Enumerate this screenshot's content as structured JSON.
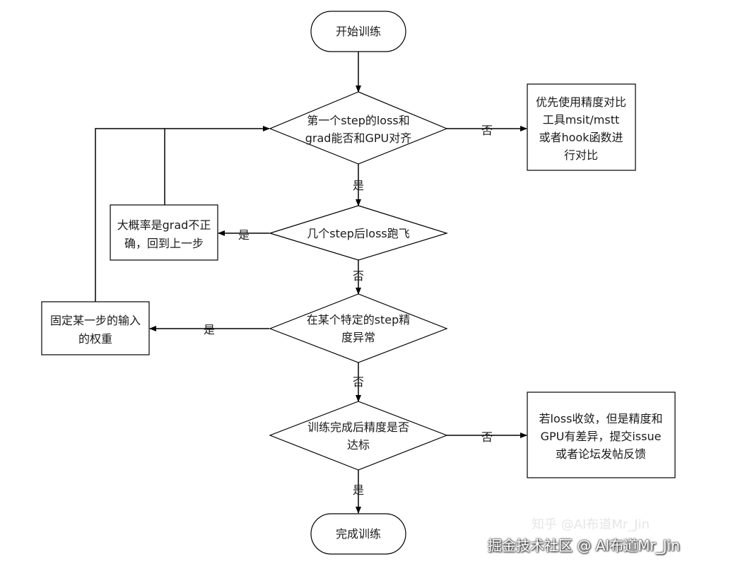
{
  "nodes": {
    "start": "开始训练",
    "d1": [
      "第一个step的loss和",
      "grad能否和GPU对齐"
    ],
    "r1": [
      "优先使用精度对比",
      "工具msit/mstt",
      "或者hook函数进",
      "行对比"
    ],
    "d2": [
      "几个step后loss跑飞"
    ],
    "l2": [
      "大概率是grad不正",
      "确，回到上一步"
    ],
    "d3": [
      "在某个特定的step精",
      "度异常"
    ],
    "l3": [
      "固定某一步的输入",
      "的权重"
    ],
    "d4": [
      "训练完成后精度是否",
      "达标"
    ],
    "r4": [
      "若loss收敛，但是精度和",
      "GPU有差异，提交issue",
      "或者论坛发帖反馈"
    ],
    "end": "完成训练"
  },
  "edge_labels": {
    "d1_no": "否",
    "d1_yes": "是",
    "d2_yes": "是",
    "d2_no": "否",
    "d3_yes": "是",
    "d3_no": "否",
    "d4_no": "否",
    "d4_yes": "是"
  },
  "watermark": {
    "main": "掘金技术社区 @ AI布道Mr_Jin",
    "faded": "知乎 @AI布道Mr_Jin"
  }
}
